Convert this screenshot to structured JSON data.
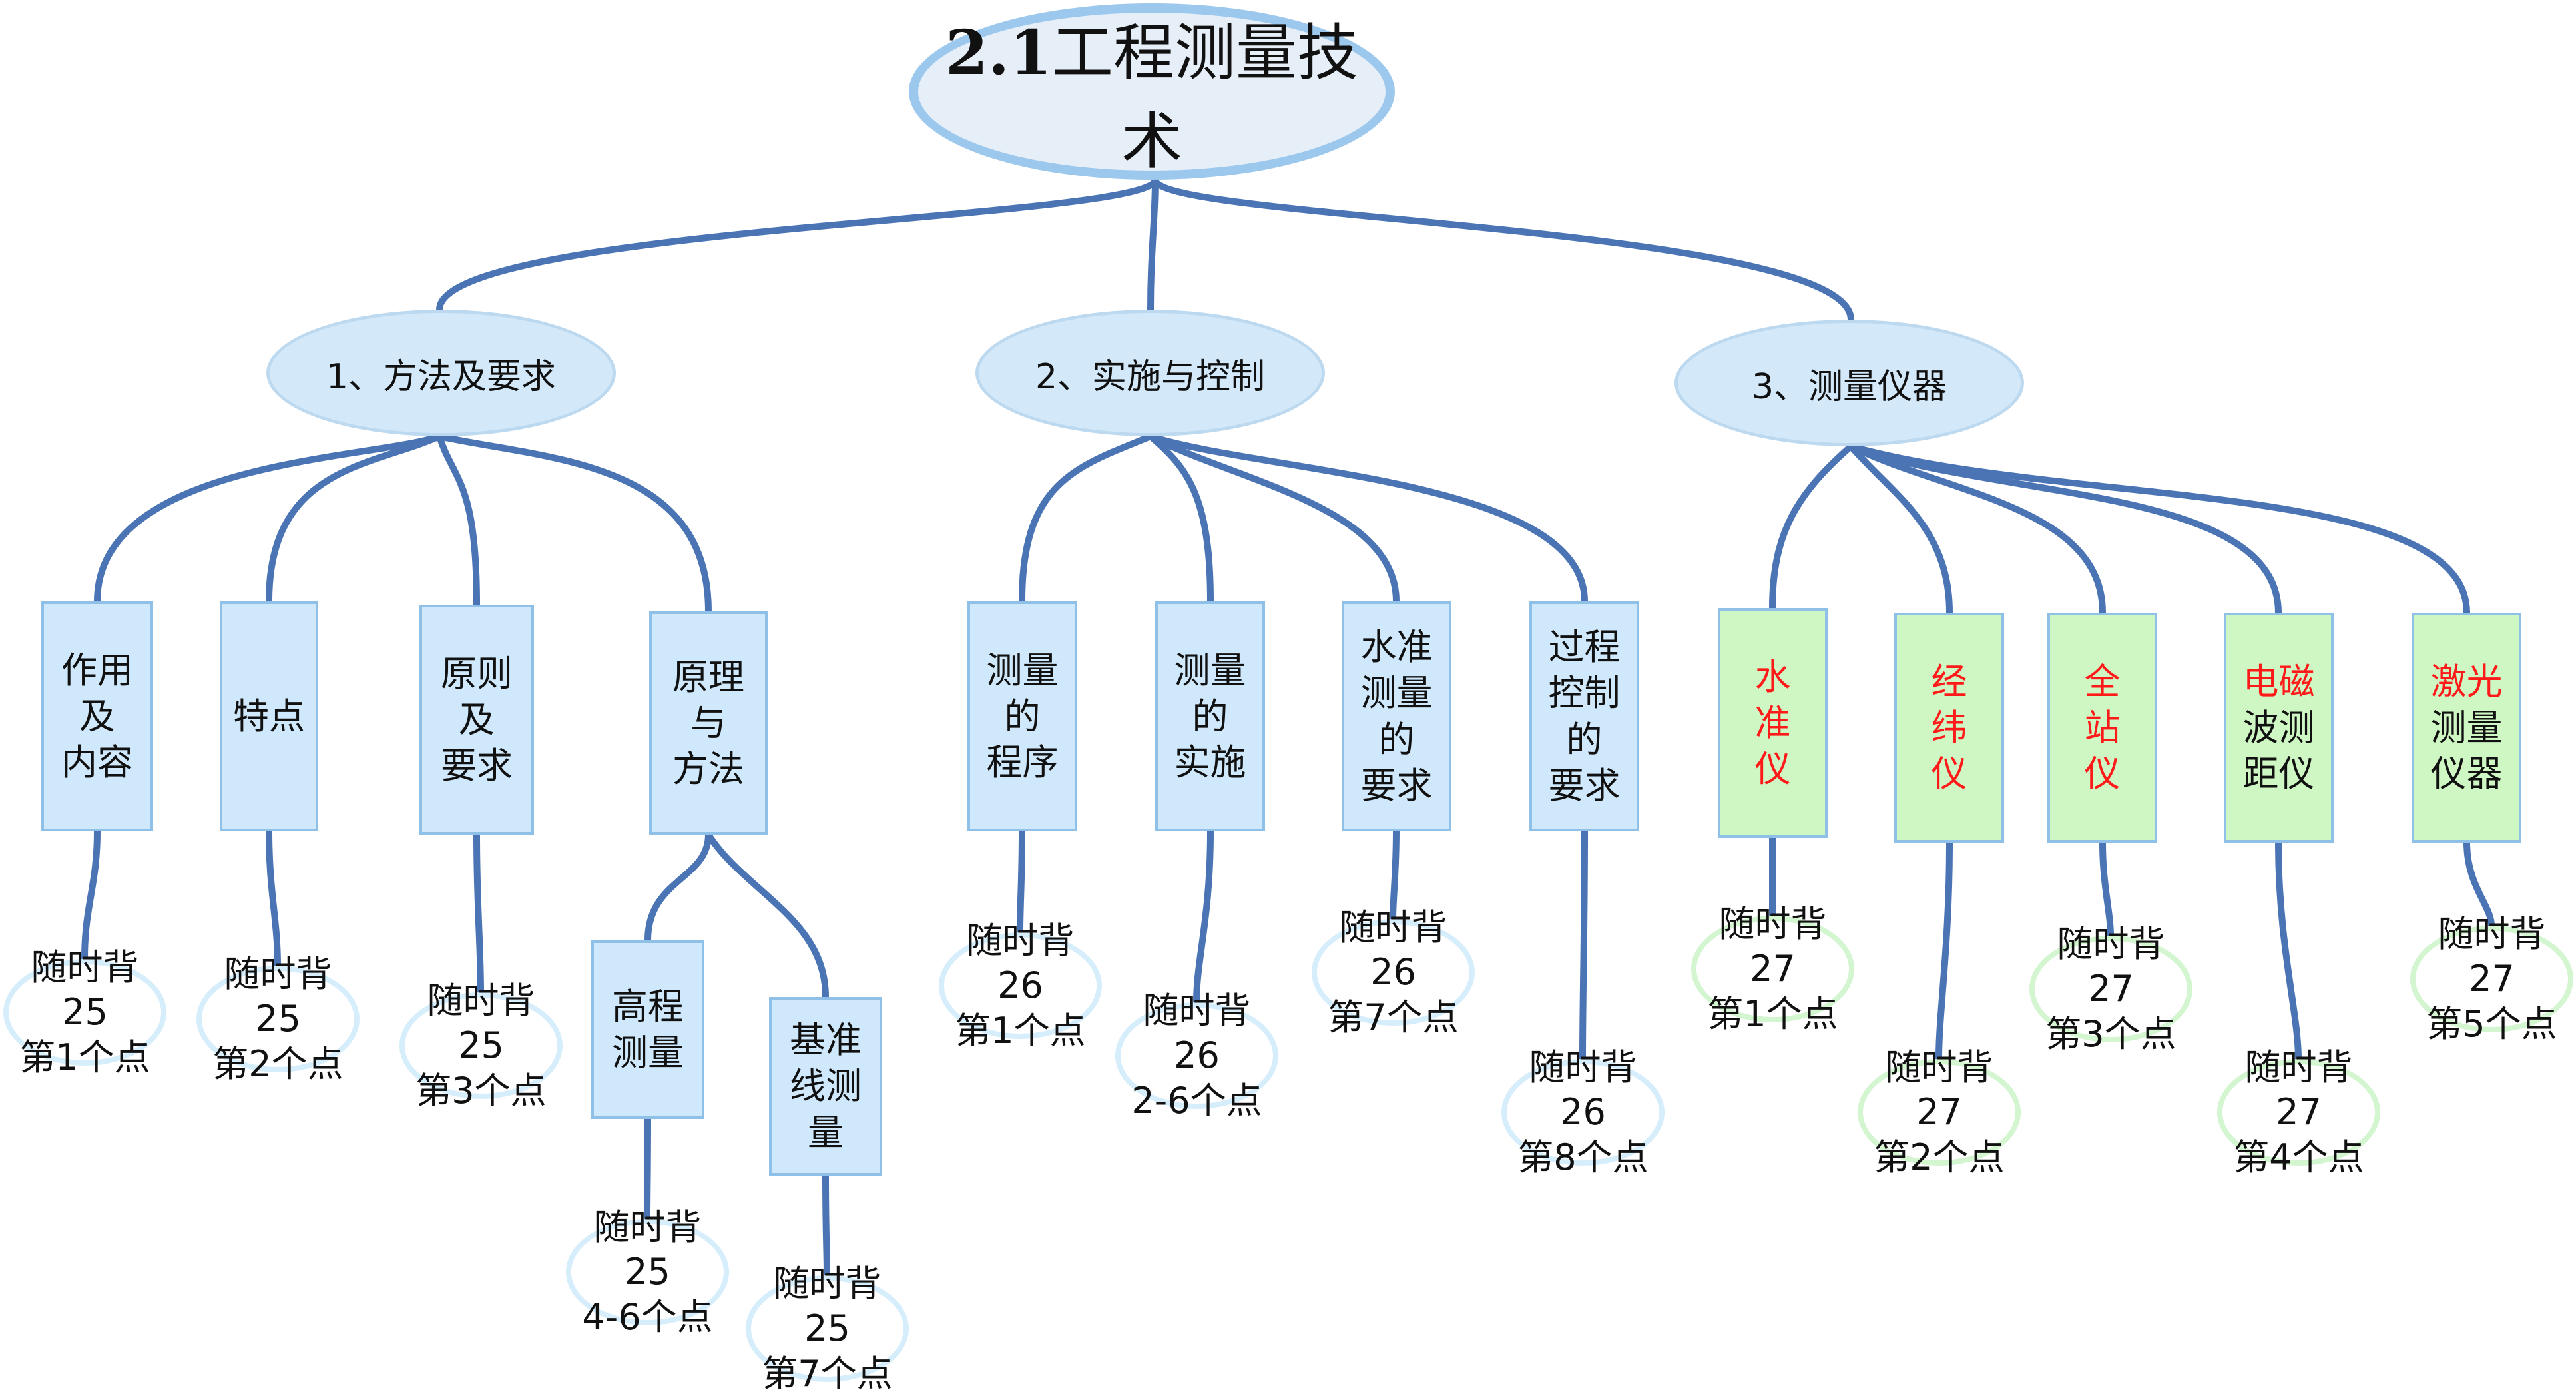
{
  "root": {
    "prefix": "2.1",
    "title": "工程测量技术"
  },
  "branches": [
    {
      "label": "1、方法及要求"
    },
    {
      "label": "2、实施与控制"
    },
    {
      "label": "3、测量仪器"
    }
  ],
  "leaves": [
    {
      "lines": [
        "作用",
        "及",
        "内容"
      ]
    },
    {
      "lines": [
        "特点"
      ]
    },
    {
      "lines": [
        "原则",
        "及",
        "要求"
      ]
    },
    {
      "lines": [
        "原理",
        "与",
        "方法"
      ]
    },
    {
      "lines": [
        "高程",
        "测量"
      ]
    },
    {
      "lines": [
        "基准",
        "线测",
        "量"
      ]
    },
    {
      "lines": [
        "测量",
        "的",
        "程序"
      ]
    },
    {
      "lines": [
        "测量",
        "的",
        "实施"
      ]
    },
    {
      "lines": [
        "水准",
        "测量",
        "的",
        "要求"
      ]
    },
    {
      "lines": [
        "过程",
        "控制",
        "的",
        "要求"
      ]
    },
    {
      "lines": [
        "水",
        "准",
        "仪"
      ],
      "red": [
        0,
        1,
        2
      ]
    },
    {
      "lines": [
        "经",
        "纬",
        "仪"
      ],
      "red": [
        0,
        1,
        2
      ]
    },
    {
      "lines": [
        "全",
        "站",
        "仪"
      ],
      "red": [
        0,
        1,
        2
      ]
    },
    {
      "lines": [
        "电磁",
        "波测",
        "距仪"
      ],
      "red": [
        0
      ]
    },
    {
      "lines": [
        "激光",
        "测量",
        "仪器"
      ],
      "red": [
        0
      ]
    }
  ],
  "notes": [
    {
      "lines": [
        "随时背25",
        "第1个点"
      ]
    },
    {
      "lines": [
        "随时背25",
        "第2个点"
      ]
    },
    {
      "lines": [
        "随时背25",
        "第3个点"
      ]
    },
    {
      "lines": [
        "随时背25",
        "4-6个点"
      ]
    },
    {
      "lines": [
        "随时背25",
        "第7个点"
      ]
    },
    {
      "lines": [
        "随时背26",
        "第1个点"
      ]
    },
    {
      "lines": [
        "随时背26",
        "2-6个点"
      ]
    },
    {
      "lines": [
        "随时背26",
        "第7个点"
      ]
    },
    {
      "lines": [
        "随时背26",
        "第8个点"
      ]
    },
    {
      "lines": [
        "随时背27",
        "第1个点"
      ]
    },
    {
      "lines": [
        "随时背27",
        "第2个点"
      ]
    },
    {
      "lines": [
        "随时背27",
        "第3个点"
      ]
    },
    {
      "lines": [
        "随时背27",
        "第4个点"
      ]
    },
    {
      "lines": [
        "随时背27",
        "第5个点"
      ]
    }
  ],
  "colors": {
    "edge": "#4a74b4",
    "leaf_blue": "#cfe8fb",
    "leaf_green": "#cff7c4",
    "highlight_text": "#ff1a1a"
  }
}
